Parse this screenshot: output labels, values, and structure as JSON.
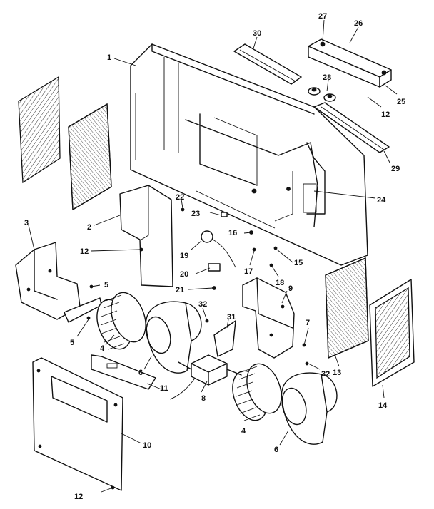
{
  "labels": {
    "l1": "1",
    "l2": "2",
    "l3": "3",
    "l4a": "4",
    "l4b": "4",
    "l5a": "5",
    "l5b": "5",
    "l6a": "6",
    "l6b": "6",
    "l7": "7",
    "l8": "8",
    "l9": "9",
    "l10": "10",
    "l11": "11",
    "l12a": "12",
    "l12b": "12",
    "l12c": "12",
    "l13": "13",
    "l14": "14",
    "l15": "15",
    "l16": "16",
    "l17": "17",
    "l18": "18",
    "l19": "19",
    "l20": "20",
    "l21": "21",
    "l22": "22",
    "l23": "23",
    "l24": "24",
    "l25": "25",
    "l26": "26",
    "l27": "27",
    "l28": "28",
    "l29": "29",
    "l30": "30",
    "l31": "31",
    "l32a": "32",
    "l32b": "32"
  }
}
